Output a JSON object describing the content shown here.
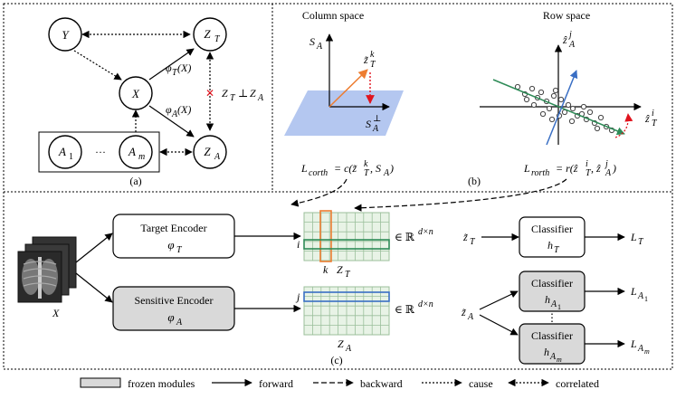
{
  "colors": {
    "orange": "#ed7d31",
    "green": "#2e8b57",
    "blue": "#3a6fc4",
    "red": "#e0141e",
    "plane": "#b4c7f0",
    "frozen": "#d9d9d9",
    "grid_fill": "#e8f3e6",
    "grid_line": "#9bbf9b"
  },
  "panel_a": {
    "node_y": "Y",
    "node_x": "X",
    "node_zt": "Z",
    "node_zt_sub": "T",
    "node_za": "Z",
    "node_za_sub": "A",
    "node_a1": "A",
    "node_a1_sub": "1",
    "node_am": "A",
    "node_am_sub": "m",
    "ellipsis": "···",
    "edge_phi_t": "φ",
    "edge_phi_t_sub": "T",
    "edge_phi_t_arg": "(X)",
    "edge_phi_a": "φ",
    "edge_phi_a_sub": "A",
    "edge_phi_a_arg": "(X)",
    "cross_mark": "✕",
    "indep_lhs": "Z",
    "indep_lhs_sub": "T",
    "indep_sym": "⊥",
    "indep_rhs": "Z",
    "indep_rhs_sub": "A",
    "caption": "(a)"
  },
  "panel_b": {
    "column_title": "Column space",
    "row_title": "Row space",
    "axis_sa": "S",
    "axis_sa_sub": "A",
    "vec_z_label": "z̃",
    "vec_z_sub": "T",
    "vec_z_sup": "k",
    "perp_label": "S",
    "perp_sub": "A",
    "perp_sup": "⊥",
    "row_y_label": "ẑ",
    "row_y_sub": "A",
    "row_y_sup": "j",
    "row_x_label": "ẑ",
    "row_x_sub": "T",
    "row_x_sup": "i",
    "l_corth": "L",
    "l_corth_sub": "corth",
    "l_corth_rhs": "= c(z̃",
    "l_corth_rhs2": ", S",
    "l_corth_rhs3": ")",
    "l_corth_k": "k",
    "l_corth_t": "T",
    "l_corth_a": "A",
    "l_rorth": "L",
    "l_rorth_sub": "rorth",
    "l_rorth_rhs": "= r(ẑ",
    "l_rorth_rhs2": ", ẑ",
    "l_rorth_rhs3": ")",
    "l_rorth_i": "i",
    "l_rorth_t": "T",
    "l_rorth_j": "j",
    "l_rorth_a": "A",
    "caption": "(b)"
  },
  "panel_c": {
    "input_label": "X",
    "target_encoder_line1": "Target Encoder",
    "target_encoder_phi": "φ",
    "target_encoder_sub": "T",
    "sensitive_encoder_line1": "Sensitive Encoder",
    "sensitive_encoder_phi": "φ",
    "sensitive_encoder_sub": "A",
    "row_i": "i",
    "col_k": "k",
    "zt_label": "Z",
    "zt_sub": "T",
    "row_j": "j",
    "za_label": "Z",
    "za_sub": "A",
    "space_top": "∈ ℝ",
    "space_top_sup": "d×n",
    "space_bot": "∈ ℝ",
    "space_bot_sup": "d×n",
    "zt_tilde": "z̃",
    "zt_tilde_sub": "T",
    "za_tilde": "z̃",
    "za_tilde_sub": "A",
    "clf_t_line1": "Classifier",
    "clf_t_h": "h",
    "clf_t_sub": "T",
    "clf_a1_line1": "Classifier",
    "clf_a1_h": "h",
    "clf_a1_sub": "A",
    "clf_a1_subsub": "1",
    "clf_am_line1": "Classifier",
    "clf_am_h": "h",
    "clf_am_sub": "A",
    "clf_am_subsub": "m",
    "vdots": "⋮",
    "loss_t": "L",
    "loss_t_sub": "T",
    "loss_a1": "L",
    "loss_a1_sub": "A",
    "loss_a1_subsub": "1",
    "loss_am": "L",
    "loss_am_sub": "A",
    "loss_am_subsub": "m",
    "caption": "(c)"
  },
  "legend": {
    "frozen": "frozen modules",
    "forward": "forward",
    "backward": "backward",
    "cause": "cause",
    "correlated": "correlated"
  }
}
